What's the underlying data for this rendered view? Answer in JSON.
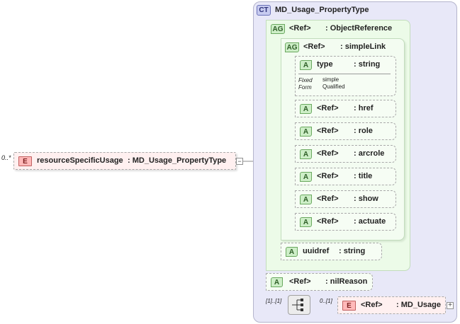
{
  "complex_type": {
    "badge": "CT",
    "name": "MD_Usage_PropertyType"
  },
  "element": {
    "multiplicity": "0..*",
    "badge": "E",
    "name": "resourceSpecificUsage",
    "type": ": MD_Usage_PropertyType"
  },
  "object_reference": {
    "badge": "AG",
    "ref": "<Ref>",
    "type": ": ObjectReference"
  },
  "simple_link": {
    "badge": "AG",
    "ref": "<Ref>",
    "type": ": simpleLink"
  },
  "type_attr": {
    "badge": "A",
    "name": "type",
    "type": ": string",
    "fixed_label": "Fixed",
    "fixed_value": "simple",
    "form_label": "Form",
    "form_value": "Qualified"
  },
  "attributes": [
    {
      "badge": "A",
      "ref": "<Ref>",
      "type": ": href"
    },
    {
      "badge": "A",
      "ref": "<Ref>",
      "type": ": role"
    },
    {
      "badge": "A",
      "ref": "<Ref>",
      "type": ": arcrole"
    },
    {
      "badge": "A",
      "ref": "<Ref>",
      "type": ": title"
    },
    {
      "badge": "A",
      "ref": "<Ref>",
      "type": ": show"
    },
    {
      "badge": "A",
      "ref": "<Ref>",
      "type": ": actuate"
    }
  ],
  "uuidref": {
    "badge": "A",
    "name": "uuidref",
    "type": ": string"
  },
  "nil_reason": {
    "badge": "A",
    "ref": "<Ref>",
    "type": ": nilReason"
  },
  "sequence": {
    "multiplicity": "[1]..[1]"
  },
  "md_usage": {
    "multiplicity": "0..[1]",
    "badge": "E",
    "ref": "<Ref>",
    "type": ": MD_Usage",
    "expand": "+"
  },
  "collapse_toggle": "−",
  "colors": {
    "ct_fill": "#e6e6f8",
    "ag_fill": "#ecfbe8",
    "a_fill": "#f6fdf4",
    "e_fill": "#fff0f0"
  }
}
